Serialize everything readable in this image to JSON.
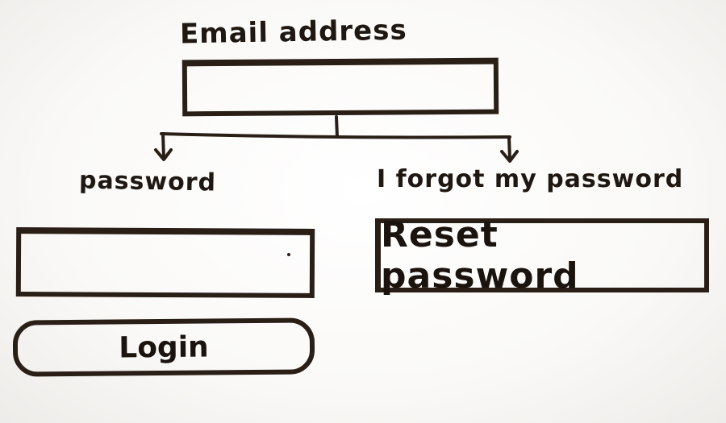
{
  "email": {
    "label": "Email address"
  },
  "password": {
    "label": "password"
  },
  "forgot": {
    "label": "I forgot my password",
    "button_label": "Reset password"
  },
  "login": {
    "button_label": "Login"
  },
  "colors": {
    "ink": "#2a1f17",
    "paper": "#fbfaf8"
  }
}
